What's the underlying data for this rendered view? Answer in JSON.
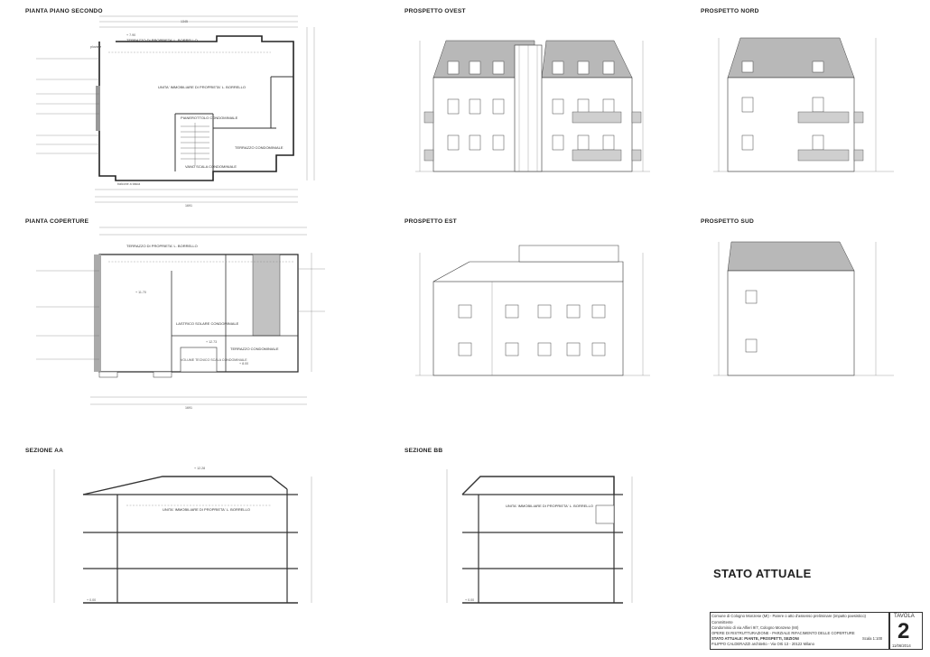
{
  "sheet": {
    "status_title": "STATO ATTUALE",
    "tavola_label": "TAVOLA",
    "tavola_number": "2"
  },
  "panels": {
    "plan_second": "PIANTA PIANO SECONDO",
    "west": "PROSPETTO OVEST",
    "north": "PROSPETTO NORD",
    "roof_plan": "PIANTA COPERTURE",
    "east": "PROSPETTO EST",
    "south": "PROSPETTO SUD",
    "section_aa": "SEZIONE AA",
    "section_bb": "SEZIONE BB"
  },
  "plan_labels": {
    "terrace_owner": "TERRAZZO DI PROPRIETA' L. BORRELLO",
    "unit": "UNITA' IMMOBILIARE DI PROPRIETA' L. BORRELLO",
    "landing": "PIANEROTTOLO CONDOMINIALE",
    "stair": "VANO SCALA CONDOMINIALE",
    "terrace_condo": "TERRAZZO CONDOMINIALE",
    "roof_slab": "LASTRICO SOLARE CONDOMINIALE",
    "volume": "VOLUME TECNICO SCALA CONDOMINIALE",
    "pluviale": "pluviale",
    "balcone": "balcone a tasca",
    "dim_total": "1691",
    "dim_top": "1345",
    "elev_a": "+ 7.90",
    "elev_b": "+ 8.00",
    "elev_c": "+ 11.70",
    "elev_d": "+ 12.73"
  },
  "section_labels": {
    "unit_aa": "UNITA' IMMOBILIARE DI PROPRIETA' L. BORRELLO",
    "unit_bb": "UNITA' IMMOBILIARE DI PROPRIETA' L. BORRELLO",
    "elev_top": "+ 12.28",
    "elev_base": "+ 0.00"
  },
  "title_block": {
    "line1": "Comune di Cologno Monzese (MI) - Parere o atto d'assenso preliminare (impatto paesistico)",
    "line2": "Committente",
    "line3": "Condominio di via Alfieri 9/7, Cologno Monzese (MI)",
    "line4": "OPERE DI RISTRUTTURAZIONE - PARZIALE RIFACIMENTO DELLE COPERTURE",
    "line5": "STATO ATTUALE: PIANTE, PROSPETTI, SEZIONI",
    "line6": "FILIPPO CALDERAZZI architetto - Via Orti 13 - 20122 Milano",
    "scale": "Scala 1:100",
    "date": "11/06/2014"
  }
}
